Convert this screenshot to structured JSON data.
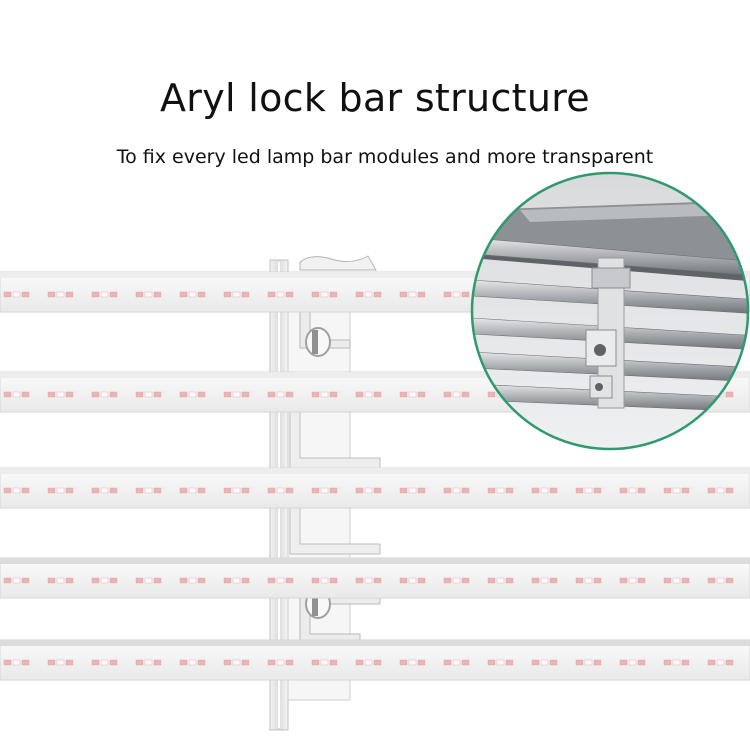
{
  "heading": {
    "title": "Aryl lock bar structure",
    "subtitle": "To fix every led lamp bar modules and more transparent"
  },
  "illustration": {
    "subject": "acrylic lock bar holding parallel led lamp bars",
    "bar_count": 5,
    "colors": {
      "bar_body": "#f3f3f3",
      "bar_edge": "#d6d6d6",
      "led_pink": "#e9b4b6",
      "led_white": "#fafafa",
      "acrylic": "#e7e7e7",
      "acrylic_edge": "#b9b9b9",
      "zoom_border": "#2f9a6e",
      "zoom_metal_dark": "#6d7073",
      "zoom_metal_light": "#c9cbce"
    }
  }
}
